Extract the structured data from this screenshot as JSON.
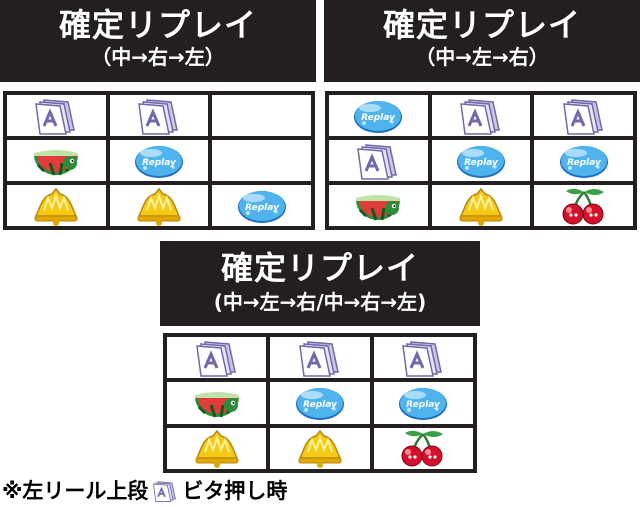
{
  "panels": [
    {
      "title": "確定リプレイ",
      "subtitle": "（中→右→左）",
      "reels": [
        [
          "card",
          "card",
          "empty"
        ],
        [
          "watermelon",
          "replay",
          "empty"
        ],
        [
          "bell",
          "bell",
          "replay"
        ]
      ]
    },
    {
      "title": "確定リプレイ",
      "subtitle": "（中→左→右）",
      "reels": [
        [
          "replay",
          "card",
          "card"
        ],
        [
          "card",
          "replay",
          "replay"
        ],
        [
          "watermelon",
          "bell",
          "cherry"
        ]
      ]
    },
    {
      "title": "確定リプレイ",
      "subtitle": "(中→左→右/中→右→左)",
      "reels": [
        [
          "card",
          "card",
          "card"
        ],
        [
          "watermelon",
          "replay",
          "replay"
        ],
        [
          "bell",
          "bell",
          "cherry"
        ]
      ]
    }
  ],
  "note": {
    "prefix": "※左リール上段",
    "icon": "card",
    "suffix": "ビタ押し時"
  },
  "colors": {
    "header_bg": "#231f20",
    "replay": "#3aa3e8",
    "bell": "#f2c21b",
    "cherry": "#d4102a",
    "watermelon": "#2e8b3a",
    "card": "#8a86c6"
  }
}
